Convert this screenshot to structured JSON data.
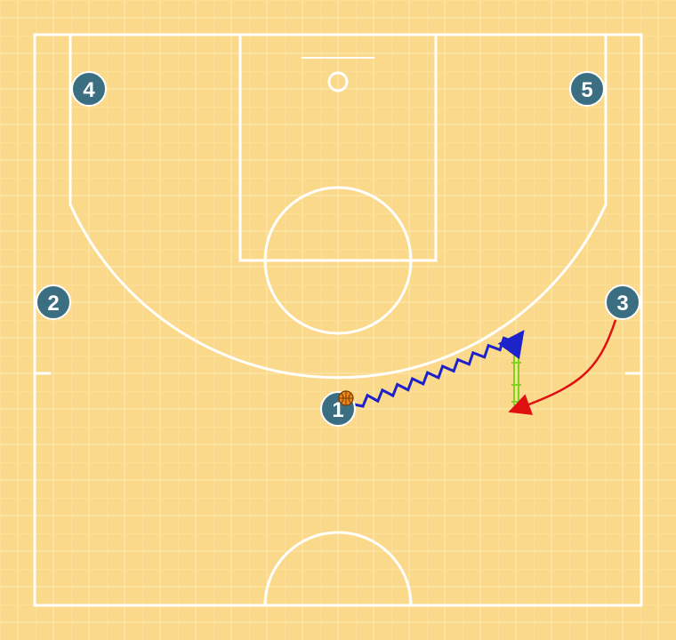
{
  "court": {
    "floor_color": "#fbd98a",
    "grid_color": "#fde4a6",
    "line_color": "#ffffff"
  },
  "players": [
    {
      "id": "p1",
      "label": "1",
      "has_ball": true
    },
    {
      "id": "p2",
      "label": "2"
    },
    {
      "id": "p3",
      "label": "3"
    },
    {
      "id": "p4",
      "label": "4"
    },
    {
      "id": "p5",
      "label": "5"
    }
  ],
  "player_style": {
    "fill": "#3b6e80",
    "stroke": "#ffffff",
    "text_color": "#ffffff"
  },
  "actions": [
    {
      "type": "dribble",
      "player": "1",
      "color": "#1d22c9"
    },
    {
      "type": "cut",
      "player": "3",
      "color": "#e01010"
    },
    {
      "type": "screen",
      "color": "#7ed321"
    }
  ],
  "ball": {
    "color": "#e8861a"
  }
}
